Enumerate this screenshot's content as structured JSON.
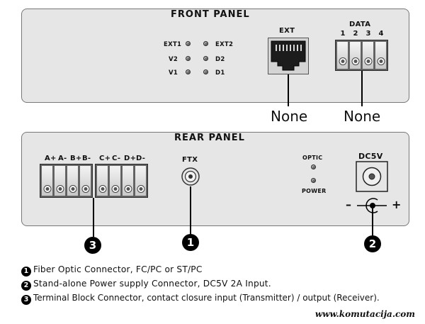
{
  "front_panel": {
    "title": "FRONT PANEL",
    "leds_left": [
      "EXT1",
      "V2",
      "V1"
    ],
    "leds_right": [
      "EXT2",
      "D2",
      "D1"
    ],
    "ext_label": "EXT",
    "data_label": "DATA",
    "data_terminals": [
      "1",
      "2",
      "3",
      "4"
    ],
    "ext_callout": "None",
    "data_callout": "None"
  },
  "rear_panel": {
    "title": "REAR PANEL",
    "terminal_labels": [
      "A+",
      "A-",
      "B+",
      "B-",
      "C+",
      "C-",
      "D+",
      "D-"
    ],
    "ftx_label": "FTX",
    "optic_label": "OPTIC",
    "power_label": "POWER",
    "dc_label": "DC5V",
    "polarity_minus": "–",
    "polarity_plus": "+",
    "callout_1": "1",
    "callout_2": "2",
    "callout_3": "3"
  },
  "legend": [
    {
      "num": "1",
      "text": "Fiber Optic Connector, FC/PC or ST/PC"
    },
    {
      "num": "2",
      "text": "Stand-alone Power supply Connector, DC5V 2A Input."
    },
    {
      "num": "3",
      "text": "Terminal Block Connector, contact closure input (Transmitter) / output (Receiver)."
    }
  ],
  "website": "www.komutacija.com"
}
